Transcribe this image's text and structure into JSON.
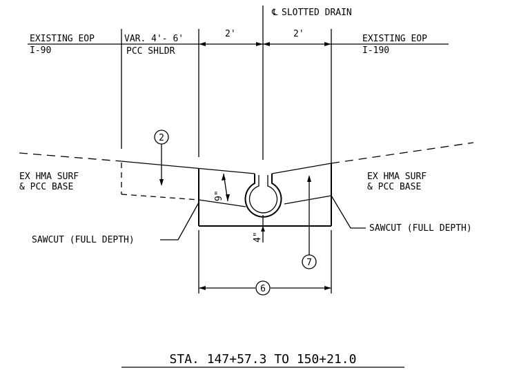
{
  "labels": {
    "centerline_symbol": "℄",
    "centerline_text": "SLOTTED DRAIN",
    "left_eop_line1": "EXISTING EOP",
    "left_eop_line2": "I-90",
    "shoulder_line1": "VAR. 4'- 6'",
    "shoulder_line2": "PCC SHLDR",
    "dim_left_2ft": "2'",
    "dim_right_2ft": "2'",
    "right_eop_line1": "EXISTING EOP",
    "right_eop_line2": "I-190",
    "left_surface_line1": "EX HMA SURF",
    "left_surface_line2": "& PCC BASE",
    "right_surface_line1": "EX HMA SURF",
    "right_surface_line2": "& PCC BASE",
    "depth_9in": "9\"",
    "depth_4in": "4\"",
    "sawcut_left": "SAWCUT (FULL DEPTH)",
    "sawcut_right": "SAWCUT (FULL DEPTH)",
    "callout_2": "2",
    "callout_6": "6",
    "callout_7": "7",
    "station_title": "STA. 147+57.3 TO 150+21.0"
  }
}
